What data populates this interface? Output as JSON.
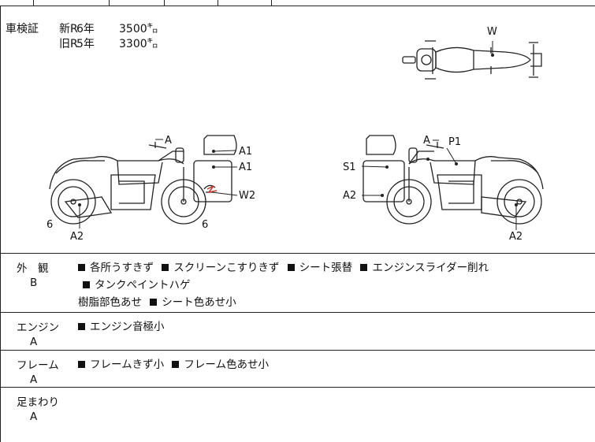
{
  "inspection": {
    "label": "車検証",
    "rows": [
      {
        "era": "新R",
        "year": "6年",
        "km": "3500㌔"
      },
      {
        "era": "旧R",
        "year": "5年",
        "km": "3300㌔"
      }
    ]
  },
  "diagram_marks": {
    "top_view": [
      "W"
    ],
    "left_view": [
      "A",
      "A1",
      "A1",
      "W2",
      "6",
      "A2",
      "6"
    ],
    "right_view": [
      "A",
      "P1",
      "S1",
      "A2",
      "A2"
    ]
  },
  "sections": [
    {
      "title": "外　観",
      "grade": "B",
      "notes": [
        "各所うすきず",
        "スクリーンこすりきず",
        "シート張替",
        "エンジンスライダー削れ",
        "タンクペイントハゲ",
        "樹脂部色あせ",
        "シート色あせ小"
      ]
    },
    {
      "title": "エンジン",
      "grade": "A",
      "notes": [
        "エンジン音極小"
      ]
    },
    {
      "title": "フレーム",
      "grade": "A",
      "notes": [
        "フレームきず小",
        "フレーム色あせ小"
      ]
    },
    {
      "title": "足まわり",
      "grade": "A",
      "notes": []
    }
  ],
  "colors": {
    "line": "#222222",
    "damage_mark": "#c0392b"
  }
}
